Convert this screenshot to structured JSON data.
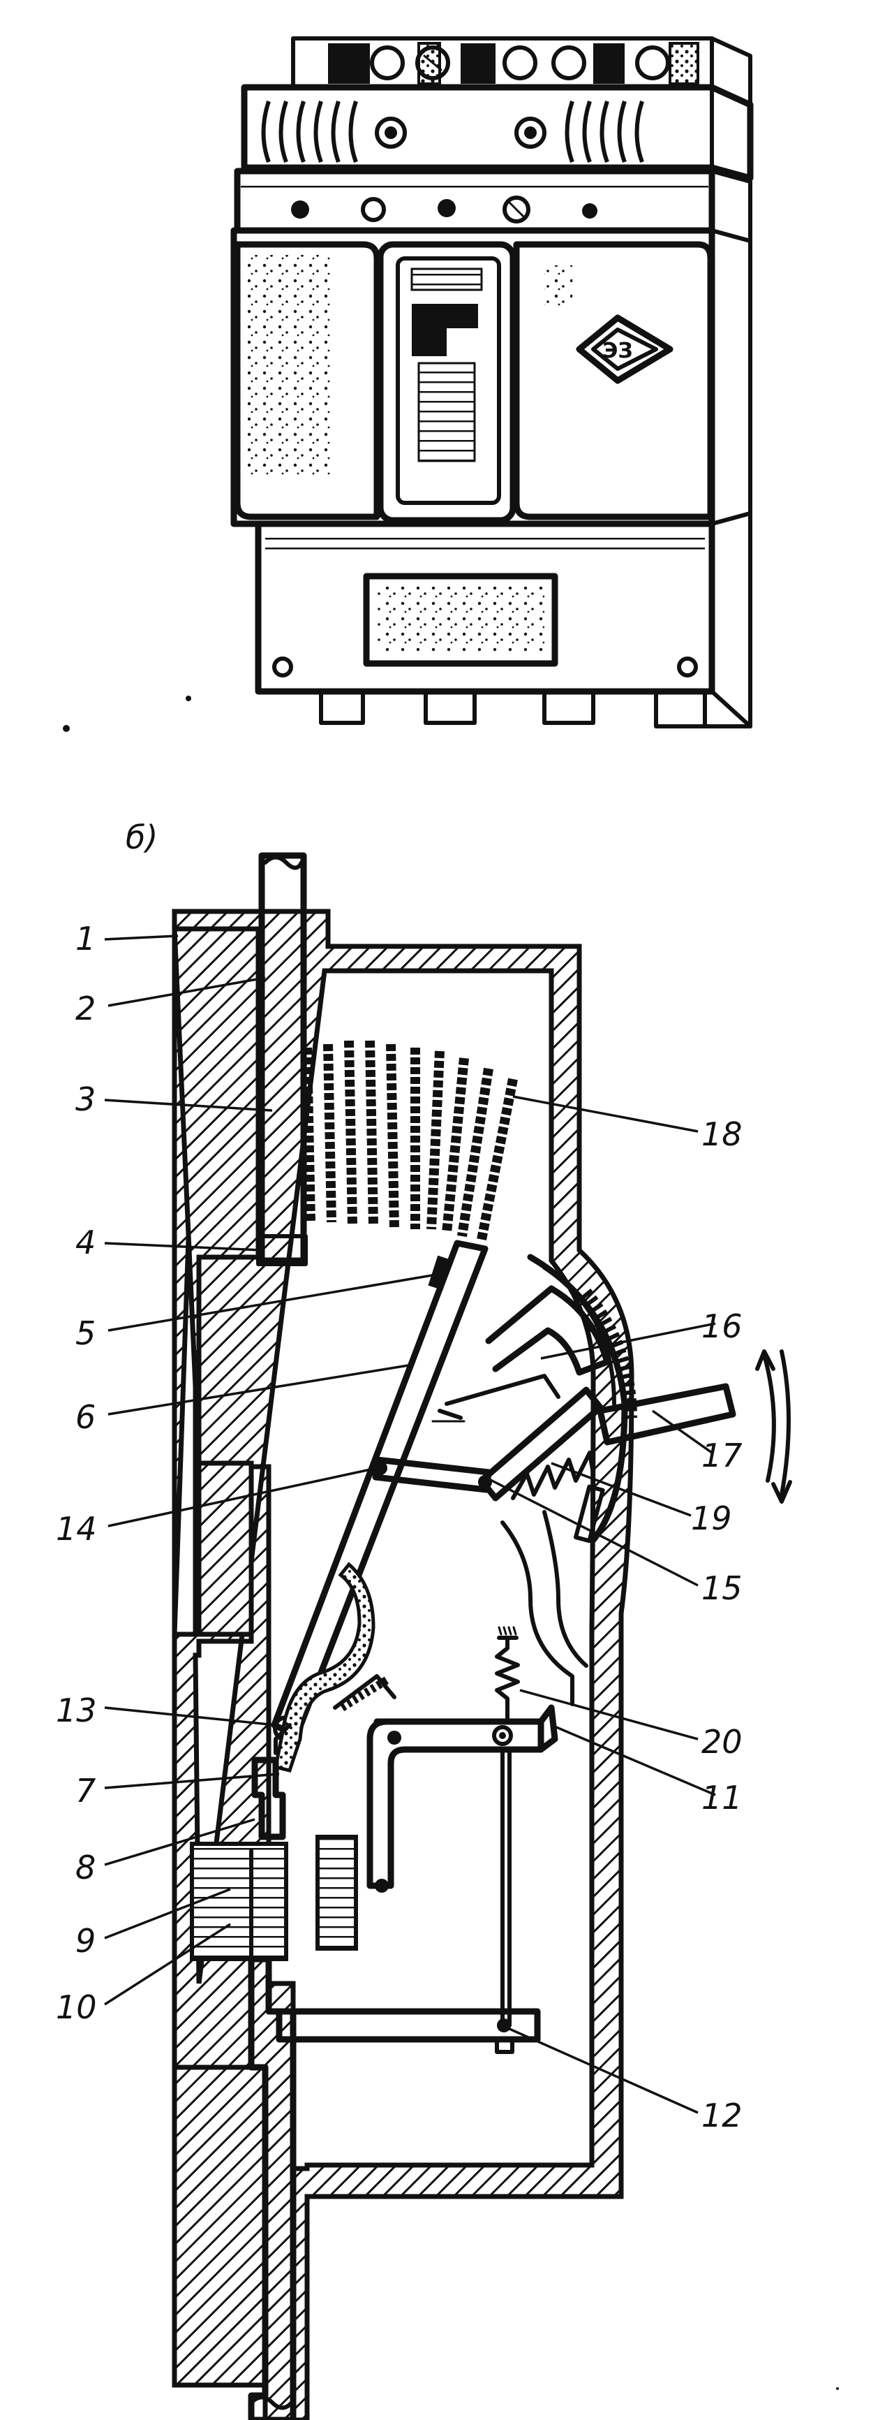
{
  "subfigure_label": "б)",
  "callouts": [
    {
      "id": "1",
      "text": "1"
    },
    {
      "id": "2",
      "text": "2"
    },
    {
      "id": "3",
      "text": "3"
    },
    {
      "id": "4",
      "text": "4"
    },
    {
      "id": "5",
      "text": "5"
    },
    {
      "id": "6",
      "text": "6"
    },
    {
      "id": "7",
      "text": "7"
    },
    {
      "id": "8",
      "text": "8"
    },
    {
      "id": "9",
      "text": "9"
    },
    {
      "id": "10",
      "text": "10"
    },
    {
      "id": "11",
      "text": "11"
    },
    {
      "id": "12",
      "text": "12"
    },
    {
      "id": "13",
      "text": "13"
    },
    {
      "id": "14",
      "text": "14"
    },
    {
      "id": "15",
      "text": "15"
    },
    {
      "id": "16",
      "text": "16"
    },
    {
      "id": "17",
      "text": "17"
    },
    {
      "id": "18",
      "text": "18"
    },
    {
      "id": "19",
      "text": "19"
    },
    {
      "id": "20",
      "text": "20"
    }
  ],
  "breaker_logo_text": "ЭЗ"
}
